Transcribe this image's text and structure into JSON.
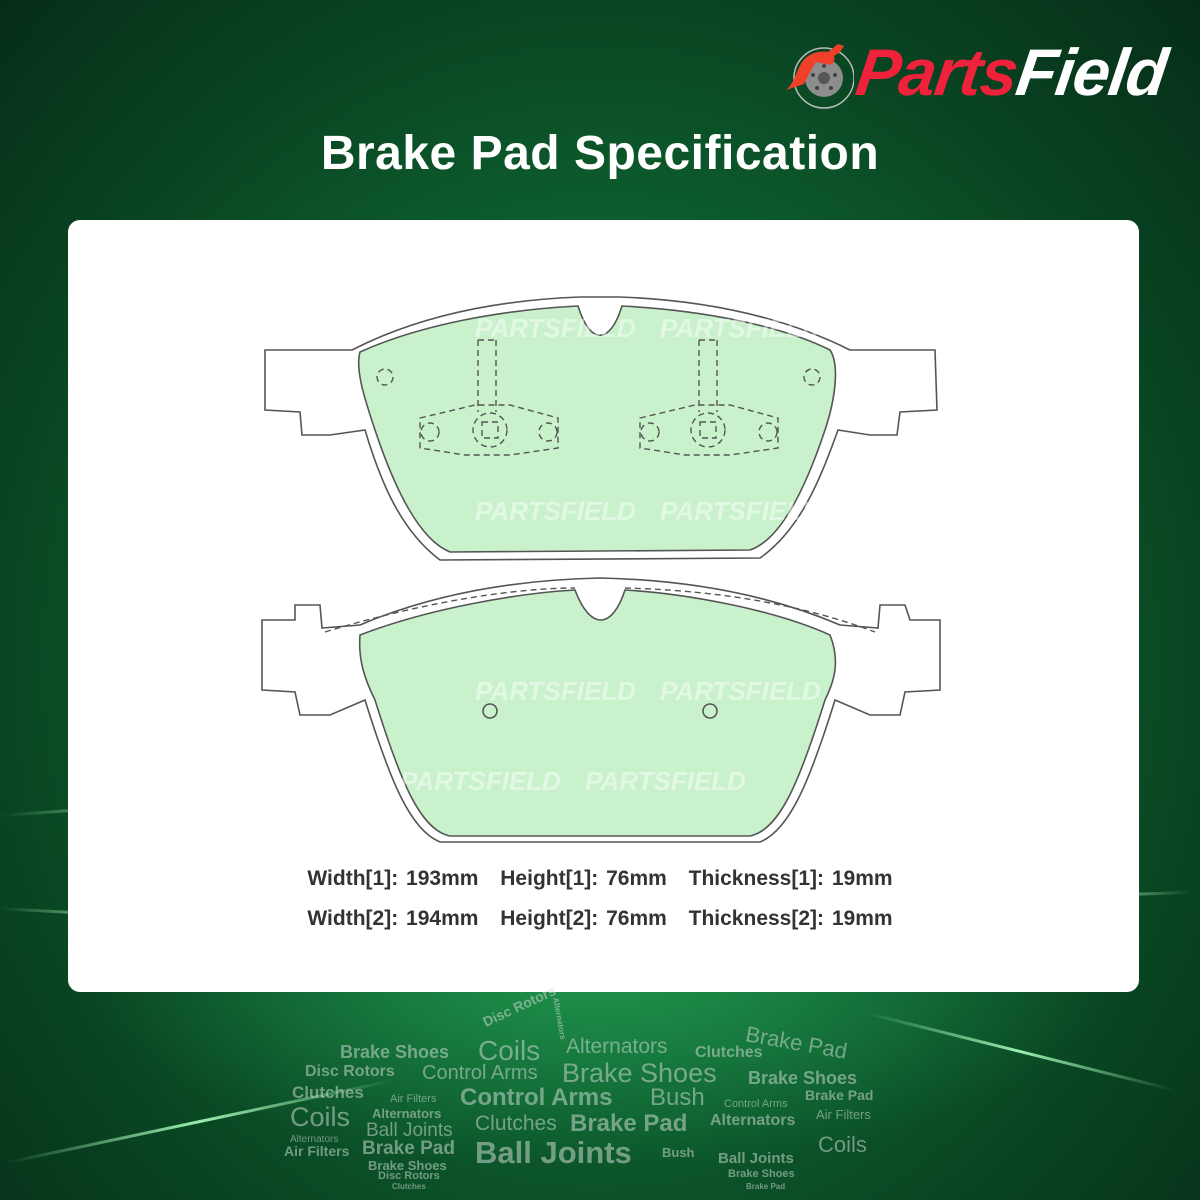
{
  "brand": {
    "logo_part1": "Parts",
    "logo_part2": "Field",
    "red": "#f0213a"
  },
  "title": "Brake Pad Specification",
  "pad_fill_color": "#c9f2cc",
  "watermark": "PartsField",
  "specs": [
    {
      "width": "Width[1]: 193mm",
      "height": "Height[1]: 76mm",
      "thickness": "Thickness[1]: 19mm"
    },
    {
      "width": "Width[2]: 194mm",
      "height": "Height[2]: 76mm",
      "thickness": "Thickness[2]: 19mm"
    }
  ],
  "word_cloud": [
    "Disc Rotors",
    "Brake Shoes",
    "Coils",
    "Alternators",
    "Clutches",
    "Brake Pad",
    "Disc Rotors",
    "Control Arms",
    "Brake Shoes",
    "Brake Shoes",
    "Clutches",
    "Air Filters",
    "Alternators",
    "Control Arms",
    "Bush",
    "Brake Pad",
    "Coils",
    "Alternators",
    "Ball Joints",
    "Clutches",
    "Brake Pad",
    "Air Filters",
    "Air Filters",
    "Brake Pad",
    "Alternators",
    "Ball Joints",
    "Bush",
    "Ball Joints",
    "Coils",
    "Brake Shoes",
    "Disc Rotors",
    "Brake Shoes",
    "Clutches",
    "Control Arms",
    "Alternators",
    "Brake Pad"
  ]
}
